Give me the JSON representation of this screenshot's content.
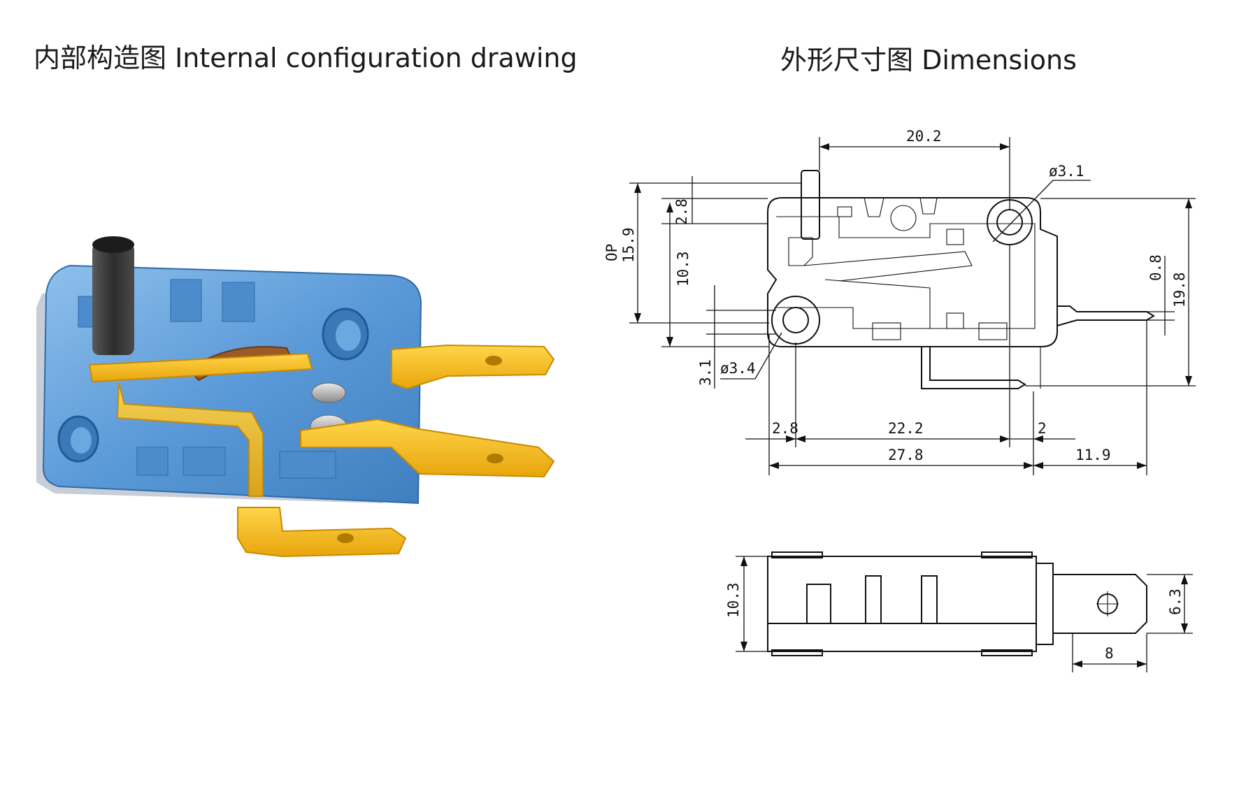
{
  "titles": {
    "left": "内部构造图 Internal configuration drawing",
    "right": "外形尺寸图 Dimensions"
  },
  "dimensions": {
    "top_width": "20.2",
    "actuator_dia": "ø3.1",
    "op": "OP",
    "d_15_9": "15.9",
    "d_2_8v": "2.8",
    "d_10_3v": "10.3",
    "d_0_8": "0.8",
    "d_19_8": "19.8",
    "d_3_1": "3.1",
    "hole_dia": "ø3.4",
    "d_2_8h": "2.8",
    "d_22_2": "22.2",
    "d_2": "2",
    "d_27_8": "27.8",
    "d_11_9": "11.9",
    "side_height": "10.3",
    "terminal_width": "6.3",
    "terminal_length": "8"
  },
  "colors": {
    "housing_blue": "#5b9ad8",
    "housing_light": "#8fc0ec",
    "terminal_gold": "#f2b418",
    "terminal_edge": "#c98a00",
    "actuator_dark": "#3a3a3a",
    "spring_brown": "#9a5a2a",
    "line": "#111111"
  }
}
